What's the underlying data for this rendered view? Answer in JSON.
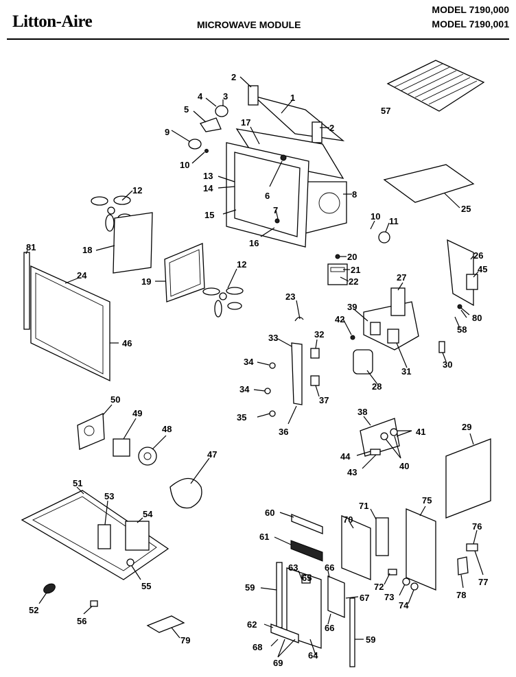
{
  "header": {
    "brand": "Litton-Aire",
    "module_title": "MICROWAVE MODULE",
    "models": [
      "MODEL 7190,000",
      "MODEL 7190,001"
    ]
  },
  "parts": [
    "1",
    "2",
    "2",
    "3",
    "4",
    "5",
    "6",
    "7",
    "8",
    "9",
    "10",
    "10",
    "11",
    "12",
    "12",
    "13",
    "14",
    "15",
    "16",
    "17",
    "18",
    "19",
    "20",
    "21",
    "22",
    "23",
    "24",
    "25",
    "26",
    "27",
    "28",
    "29",
    "30",
    "31",
    "32",
    "33",
    "34",
    "34",
    "35",
    "36",
    "37",
    "38",
    "39",
    "40",
    "41",
    "42",
    "43",
    "44",
    "45",
    "46",
    "47",
    "48",
    "49",
    "50",
    "51",
    "52",
    "53",
    "54",
    "55",
    "56",
    "57",
    "58",
    "59",
    "59",
    "60",
    "61",
    "62",
    "63",
    "64",
    "65",
    "66",
    "66",
    "67",
    "68",
    "69",
    "70",
    "71",
    "72",
    "73",
    "74",
    "75",
    "76",
    "77",
    "78",
    "79",
    "80",
    "81"
  ]
}
